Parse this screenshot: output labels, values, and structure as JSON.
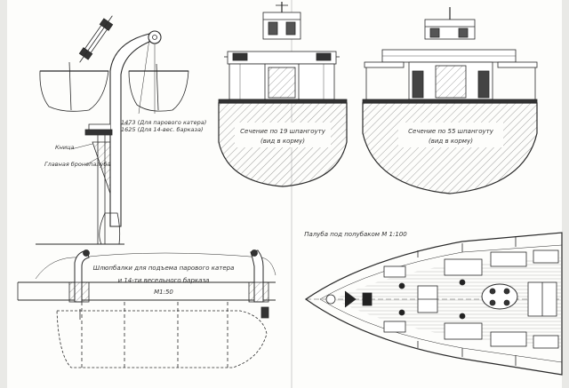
{
  "labels": {
    "davit_dimensions": {
      "line1": "1473 (Для парового катера)",
      "line2": "1625 (Для 14-вес. барказа)"
    },
    "knee": "Кница",
    "main_deck": "Главная бронепалуба",
    "section_19": {
      "line1": "Сечение по 19 шпангоуту",
      "line2": "(вид в корму)"
    },
    "section_55": {
      "line1": "Сечение по 55 шпангоуту",
      "line2": "(вид в корму)"
    },
    "deck_plan": "Палуба под полубаком М 1:100",
    "davits_caption": {
      "line1": "Шлюпбалки для подъема парового катера",
      "line2": "и 14-ти весельного барказа",
      "line3": "М1:50"
    }
  }
}
